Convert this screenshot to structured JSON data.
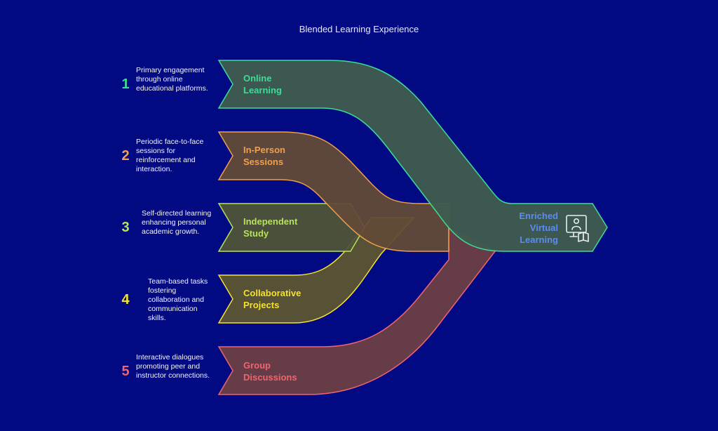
{
  "title": "Blended Learning Experience",
  "colors": {
    "background": "#020a85",
    "online": "#3ddc97",
    "in_person": "#f0a04b",
    "independent": "#b6e35a",
    "collaborative": "#f5e12e",
    "group": "#f0646e",
    "output_text": "#5b8def"
  },
  "inputs": [
    {
      "number": "1",
      "label_line1": "Online",
      "label_line2": "Learning",
      "description": "Primary engagement through online educational platforms."
    },
    {
      "number": "2",
      "label_line1": "In-Person",
      "label_line2": "Sessions",
      "description": "Periodic face-to-face sessions for reinforcement and interaction."
    },
    {
      "number": "3",
      "label_line1": "Independent",
      "label_line2": "Study",
      "description": "Self-directed learning enhancing personal academic growth."
    },
    {
      "number": "4",
      "label_line1": "Collaborative",
      "label_line2": "Projects",
      "description": "Team-based tasks fostering collaboration and communication skills."
    },
    {
      "number": "5",
      "label_line1": "Group",
      "label_line2": "Discussions",
      "description": "Interactive dialogues promoting peer and instructor connections."
    }
  ],
  "output": {
    "line1": "Enriched",
    "line2": "Virtual",
    "line3": "Learning",
    "icon": "virtual-classroom-icon"
  }
}
